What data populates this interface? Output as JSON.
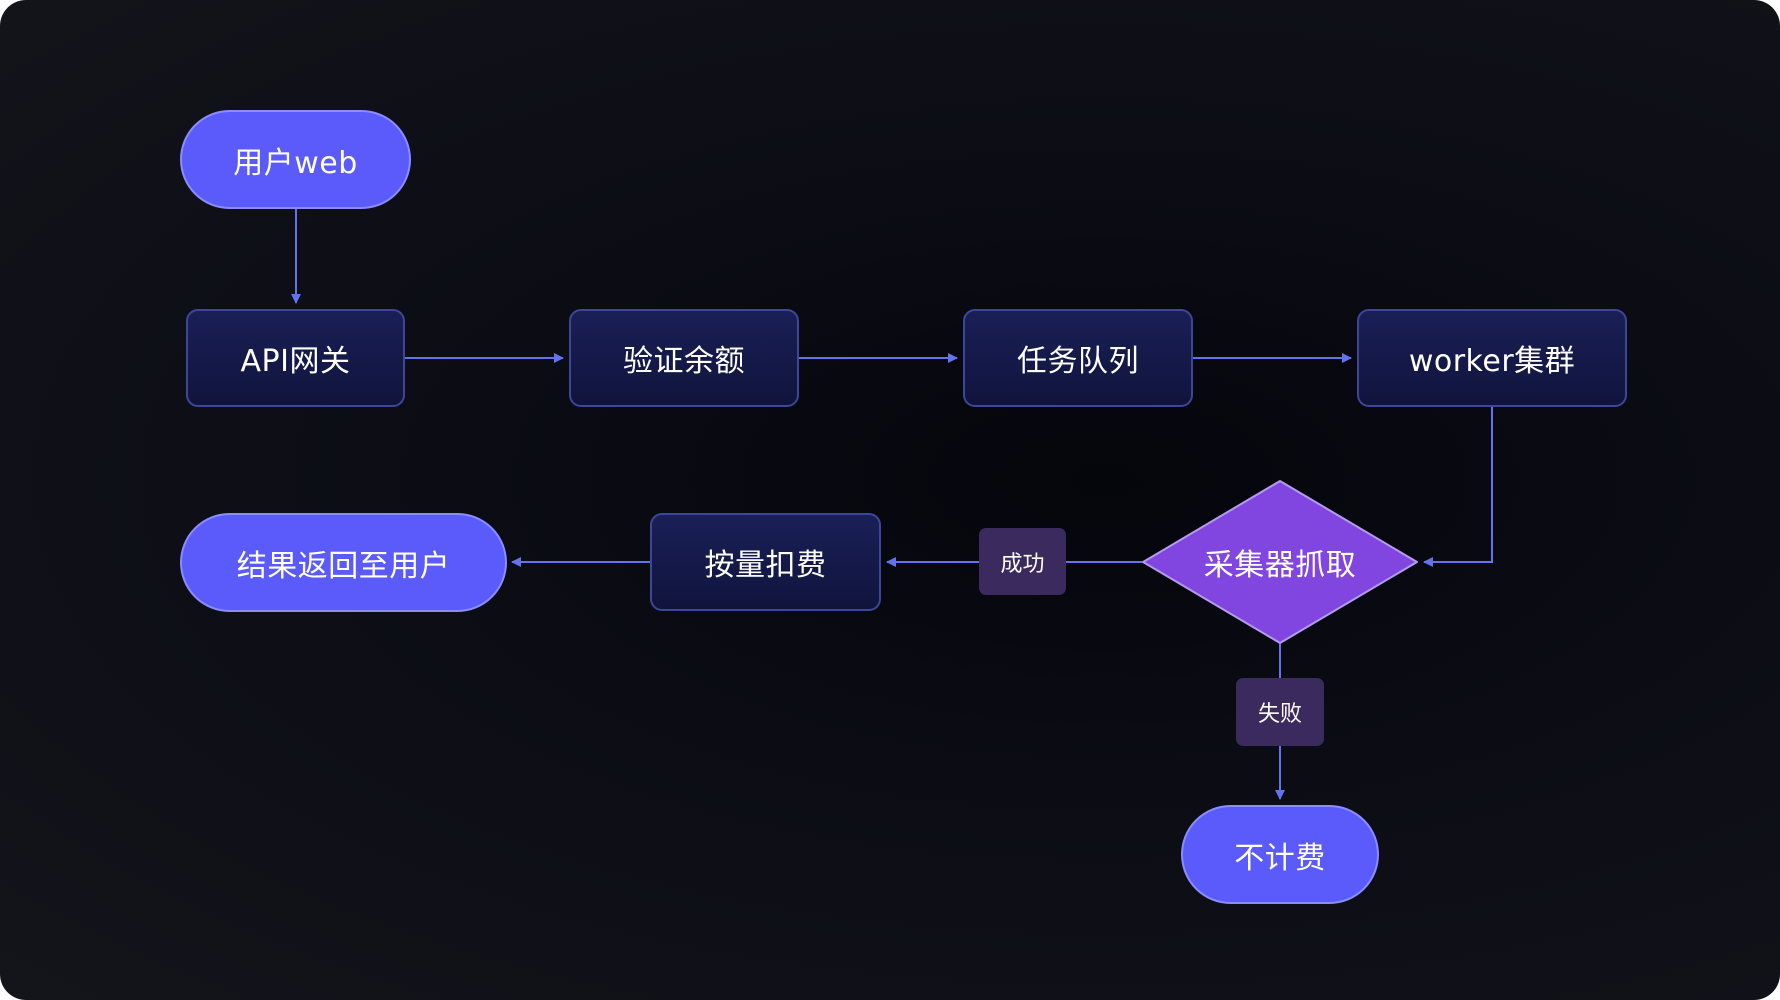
{
  "diagram": {
    "type": "flowchart",
    "colors": {
      "background": "#0b0c14",
      "terminal_fill": "#5b5bfb",
      "process_fill": "#141a4a",
      "process_border": "#3d4799",
      "decision_fill": "#8146e0",
      "edge": "#6373f0",
      "edge_label_fill": "#3b2a5e",
      "text": "#ffffff"
    },
    "nodes": [
      {
        "id": "user_web",
        "shape": "terminal",
        "label": "用户web"
      },
      {
        "id": "api_gateway",
        "shape": "process",
        "label": "API网关"
      },
      {
        "id": "verify_balance",
        "shape": "process",
        "label": "验证余额"
      },
      {
        "id": "task_queue",
        "shape": "process",
        "label": "任务队列"
      },
      {
        "id": "worker_cluster",
        "shape": "process",
        "label": "worker集群"
      },
      {
        "id": "collector_fetch",
        "shape": "decision",
        "label": "采集器抓取"
      },
      {
        "id": "charge_by_usage",
        "shape": "process",
        "label": "按量扣费"
      },
      {
        "id": "return_result",
        "shape": "terminal",
        "label": "结果返回至用户"
      },
      {
        "id": "no_charge",
        "shape": "terminal",
        "label": "不计费"
      }
    ],
    "edges": [
      {
        "from": "user_web",
        "to": "api_gateway",
        "label": ""
      },
      {
        "from": "api_gateway",
        "to": "verify_balance",
        "label": ""
      },
      {
        "from": "verify_balance",
        "to": "task_queue",
        "label": ""
      },
      {
        "from": "task_queue",
        "to": "worker_cluster",
        "label": ""
      },
      {
        "from": "worker_cluster",
        "to": "collector_fetch",
        "label": ""
      },
      {
        "from": "collector_fetch",
        "to": "charge_by_usage",
        "label": "成功"
      },
      {
        "from": "charge_by_usage",
        "to": "return_result",
        "label": ""
      },
      {
        "from": "collector_fetch",
        "to": "no_charge",
        "label": "失败"
      }
    ]
  }
}
